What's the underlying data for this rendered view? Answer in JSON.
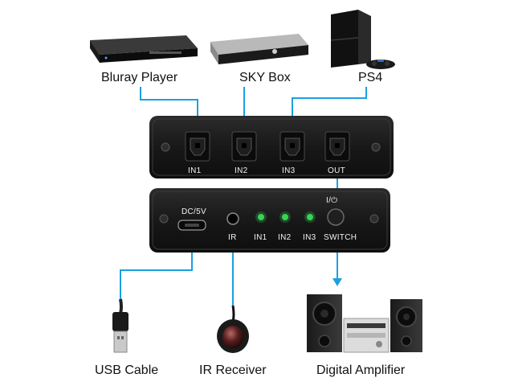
{
  "devices_top": [
    {
      "label": "Bluray Player"
    },
    {
      "label": "SKY Box"
    },
    {
      "label": "PS4"
    }
  ],
  "devices_bottom": [
    {
      "label": "USB Cable"
    },
    {
      "label": "IR Receiver"
    },
    {
      "label": "Digital Amplifier"
    }
  ],
  "top_panel": {
    "ports": [
      "IN1",
      "IN2",
      "IN3",
      "OUT"
    ]
  },
  "front_panel": {
    "dc_label": "DC/5V",
    "ir_label": "IR",
    "leds": [
      "IN1",
      "IN2",
      "IN3"
    ],
    "switch_label": "SWITCH",
    "power_label": "I/⏻"
  },
  "colors": {
    "connector": "#1aa0e0",
    "led": "#39d353",
    "housing": "#151515"
  }
}
